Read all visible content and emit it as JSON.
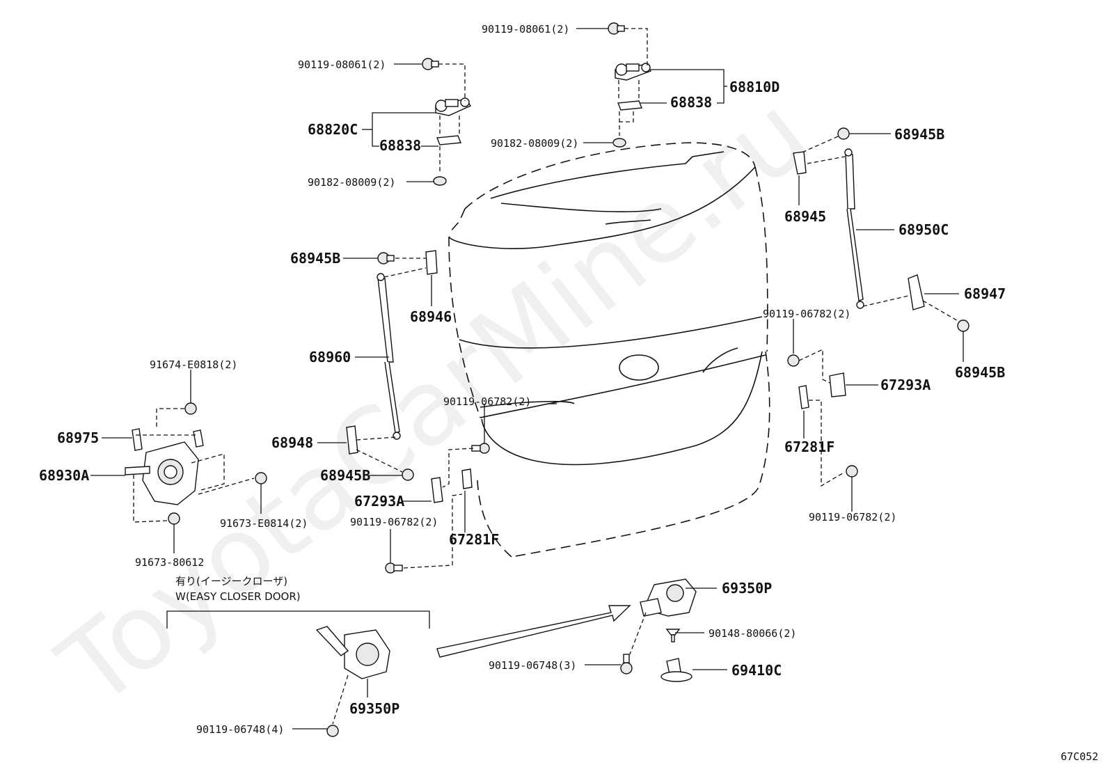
{
  "diagram_code": "67C052",
  "watermark": "ToyotaCarMine.ru",
  "note": {
    "jp": "有り(イージークローザ)",
    "en": "W(EASY CLOSER DOOR)"
  },
  "labels": {
    "p_90119_08061_a": "90119-08061(2)",
    "p_90119_08061_b": "90119-08061(2)",
    "p_68810D": "68810D",
    "p_68838_a": "68838",
    "p_68838_b": "68838",
    "p_68820C": "68820C",
    "p_90182_08009_a": "90182-08009(2)",
    "p_90182_08009_b": "90182-08009(2)",
    "p_68945B_tr": "68945B",
    "p_68945": "68945",
    "p_68950C": "68950C",
    "p_68947": "68947",
    "p_68945B_r": "68945B",
    "p_68945B_l": "68945B",
    "p_68946": "68946",
    "p_68960": "68960",
    "p_90119_06782_r": "90119-06782(2)",
    "p_67293A_r": "67293A",
    "p_90119_06782_c": "90119-06782(2)",
    "p_67281F_r": "67281F",
    "p_90119_06782_br": "90119-06782(2)",
    "p_91674_E0818": "91674-E0818(2)",
    "p_68975": "68975",
    "p_68930A": "68930A",
    "p_68948": "68948",
    "p_68945B_bl": "68945B",
    "p_67293A_l": "67293A",
    "p_90119_06782_l": "90119-06782(2)",
    "p_67281F_l": "67281F",
    "p_91673_E0814": "91673-E0814(2)",
    "p_91673_80612": "91673-80612",
    "p_69350P_r": "69350P",
    "p_90148_80066": "90148-80066(2)",
    "p_69410C": "69410C",
    "p_90119_06748_3": "90119-06748(3)",
    "p_69350P_l": "69350P",
    "p_90119_06748_4": "90119-06748(4)"
  }
}
